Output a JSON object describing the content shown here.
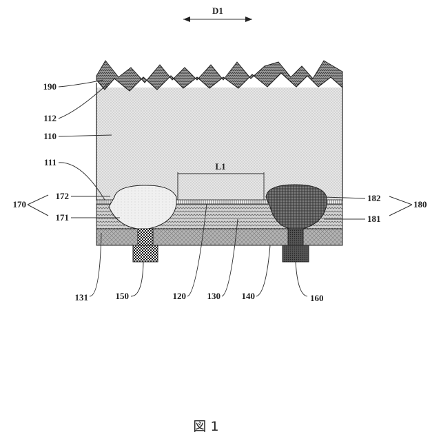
{
  "figure": {
    "direction_label": "D1",
    "dimension_label": "L1",
    "caption": "図 1"
  },
  "labels": {
    "l190": "190",
    "l112": "112",
    "l110": "110",
    "l111": "111",
    "l172": "172",
    "l170": "170",
    "l171": "171",
    "l182": "182",
    "l181": "181",
    "l180": "180",
    "l131": "131",
    "l150": "150",
    "l120": "120",
    "l130": "130",
    "l140": "140",
    "l160": "160"
  }
}
